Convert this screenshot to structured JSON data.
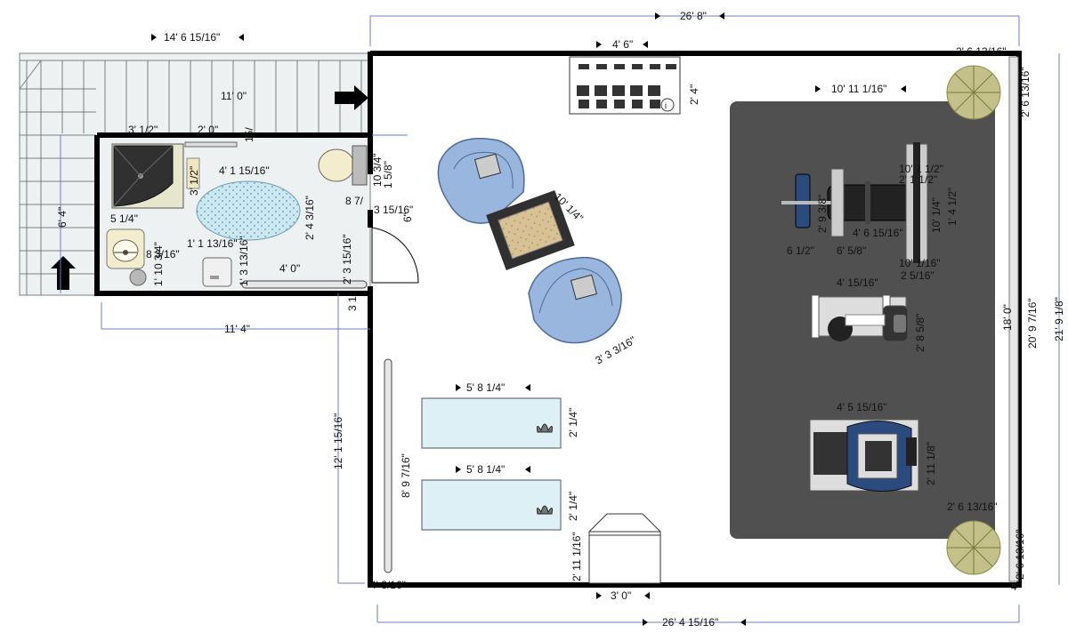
{
  "dimensions": {
    "top_overall": "26' 8\"",
    "stairs_width": "14' 6 15/16\"",
    "rack_width": "4' 6\"",
    "rack_depth": "2' 4\"",
    "wall_right_top": "2' 6 13/16\"",
    "wall_right_top_v": "2' 6 13/16\"",
    "bath_inner_width": "11' 0\"",
    "bath_seg_a": "3' 1/2\"",
    "bath_seg_b": "2' 0\"",
    "bath_small": "15/",
    "mat_width": "10' 11 1/16\"",
    "rug_width": "4' 1 15/16\"",
    "shower_depth": "3' 1/2\"",
    "rug_depth": "2' 4 3/16\"",
    "door_gap": "8 7/",
    "door_gap2": "3 15/16\"",
    "wall_thick": "6\"",
    "toilet_dim": "10 3/4\"",
    "toilet_dim2": "1 5/8\"",
    "stair_depth": "6' 4\"",
    "sink_offset": "5 1/4\"",
    "sink_depth": "8 3/16\"",
    "vanity_width": "1' 1 13/16\"",
    "bath_lower": "2' 3 15/16\"",
    "vanity_depth": "1' 3 13/16\"",
    "counter_width": "4' 0\"",
    "sink_misc": "1' 10 3/4\"",
    "wall_corner": "3 1",
    "bath_bottom": "11' 4\"",
    "chair_spacing": "10' 1/4\"",
    "chair_lower": "3' 3 3/16\"",
    "bench_a": "10' 1 1/2\"",
    "bench_b": "2' 1 1/2\"",
    "bench_c": "2' 9 3/8\"",
    "bench_d": "10' 1/4\"",
    "bench_e": "1' 4 1/2\"",
    "bench_len": "4' 6 15/16\"",
    "bench_f": "6 1/2\"",
    "bench_g": "6' 5/8\"",
    "bench_h": "10' 1/16\"",
    "bench_i": "2 5/16\"",
    "bike_width": "4' 15/16\"",
    "bike_depth": "2' 8 5/8\"",
    "right_inner": "18' 0\"",
    "right_wall_a": "20' 9 7/16\"",
    "right_wall_b": "21' 9 1/8\"",
    "treadmill_width": "4' 5 15/16\"",
    "treadmill_depth": "2' 11 1/8\"",
    "yoga_len_1": "5' 8 1/4\"",
    "yoga_depth_1": "2' 1/4\"",
    "yoga_len_2": "5' 8 1/4\"",
    "yoga_depth_2": "2' 1/4\"",
    "left_wall_v": "12' 1 15/16\"",
    "yoga_span": "8' 9 7/16\"",
    "bottom_right_plant": "2' 6 13/16\"",
    "bottom_right_plant_v": "2' 6 13/16\"",
    "door_width": "3' 0\"",
    "door_depth": "2' 11 1/16\"",
    "bottom_left_corner": "4' 3/16\"",
    "bottom_right_corner": "4\"",
    "bottom_overall": "26' 4 15/16\""
  },
  "colors": {
    "wall": "#000000",
    "stair_fill": "#eef1f1",
    "floor_mat": "#505050",
    "chair": "#98b6de",
    "yoga_mat": "#dcf0f6",
    "rug": "#cde7f0",
    "plant": "#c4c08a",
    "ottoman": "#d8c195",
    "dim_line": "#6e7ad8"
  }
}
